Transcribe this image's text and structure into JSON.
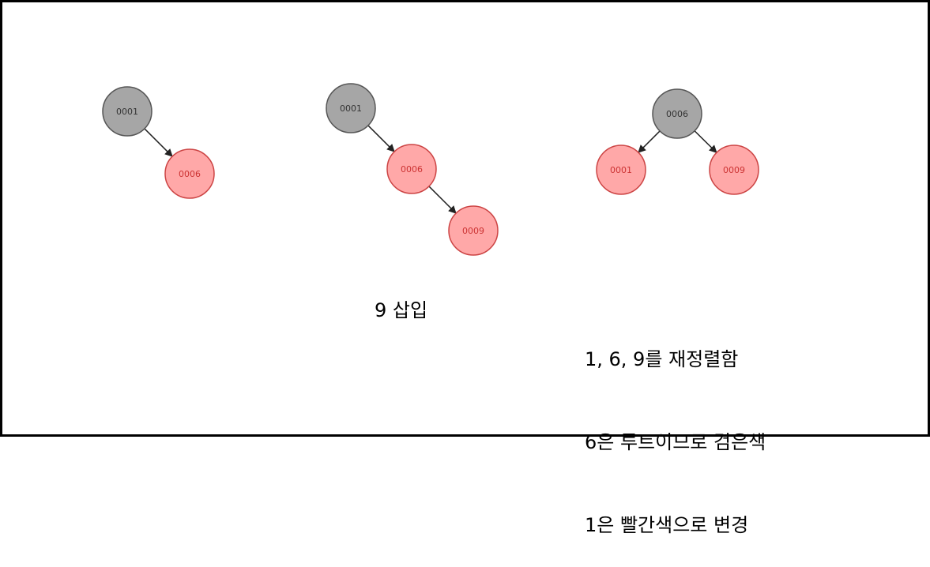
{
  "colors": {
    "black_node_fill": "#a6a6a6",
    "black_node_stroke": "#555555",
    "black_node_text": "#333333",
    "red_node_fill": "#ffa8a8",
    "red_node_stroke": "#cc4444",
    "red_node_text": "#cc3333",
    "edge": "#222222"
  },
  "trees": [
    {
      "nodes": [
        {
          "id": "t1-n0001",
          "label": "0001",
          "color": "black"
        },
        {
          "id": "t1-n0006",
          "label": "0006",
          "color": "red"
        }
      ],
      "edges": [
        [
          "t1-n0001",
          "t1-n0006"
        ]
      ]
    },
    {
      "nodes": [
        {
          "id": "t2-n0001",
          "label": "0001",
          "color": "black"
        },
        {
          "id": "t2-n0006",
          "label": "0006",
          "color": "red"
        },
        {
          "id": "t2-n0009",
          "label": "0009",
          "color": "red"
        }
      ],
      "edges": [
        [
          "t2-n0001",
          "t2-n0006"
        ],
        [
          "t2-n0006",
          "t2-n0009"
        ]
      ]
    },
    {
      "nodes": [
        {
          "id": "t3-n0006",
          "label": "0006",
          "color": "black"
        },
        {
          "id": "t3-n0001",
          "label": "0001",
          "color": "red"
        },
        {
          "id": "t3-n0009",
          "label": "0009",
          "color": "red"
        }
      ],
      "edges": [
        [
          "t3-n0006",
          "t3-n0001"
        ],
        [
          "t3-n0006",
          "t3-n0009"
        ]
      ]
    }
  ],
  "captions": {
    "insert_9": "9 삽입",
    "rebalance_lines": [
      "1, 6, 9를 재정렬함",
      "6은 루트이므로 검은색",
      "1은 빨간색으로 변경"
    ]
  }
}
